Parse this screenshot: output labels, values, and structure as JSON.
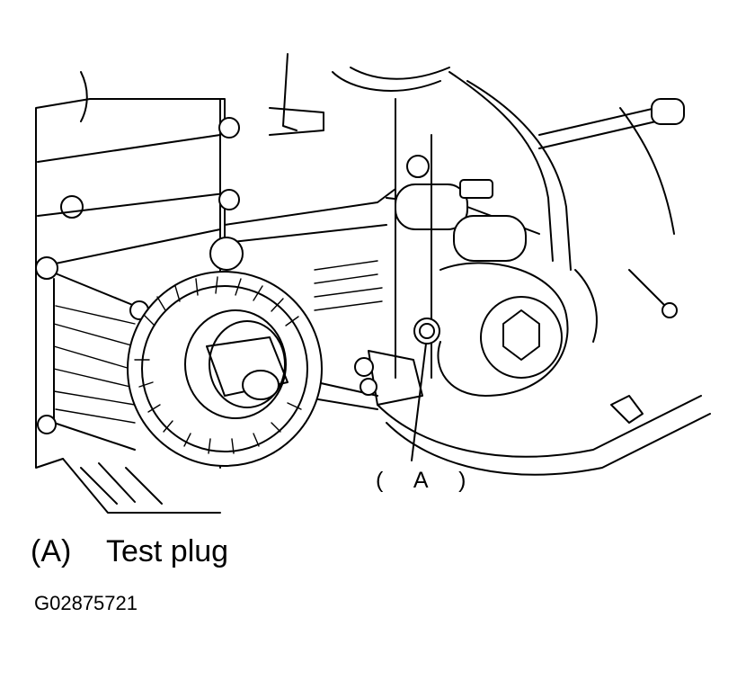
{
  "callout": {
    "label": "( A )"
  },
  "legend": {
    "key": "(A)",
    "text": "Test plug"
  },
  "figure_id": "G02875721"
}
